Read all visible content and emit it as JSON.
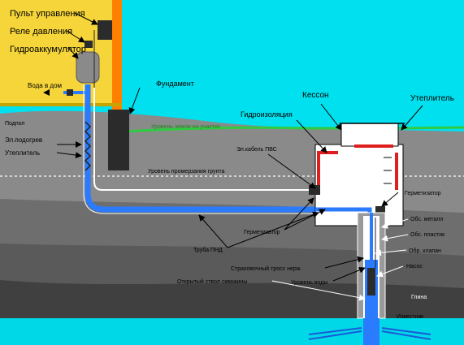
{
  "labels": {
    "control_panel": "Пульт управления",
    "pressure_relay": "Реле давления",
    "accumulator": "Гидроаккумулятор",
    "water_to_house": "Вода в дом",
    "foundation": "Фундамент",
    "caisson": "Кессон",
    "insulation_right": "Утеплитель",
    "waterproofing": "Гидроизоляция",
    "underground": "Подпол",
    "ground_level": "Уровень земли на участке",
    "heating_cable": "Эл.подогрев",
    "insulation_left": "Утеплитель",
    "power_cable": "Эл.кабель ПВС",
    "freezing_level": "Уровень промерзания грунта",
    "sealer_top": "Герметизатор",
    "sealer_bottom": "Герметизатор",
    "casing_metal": "Обс. металл",
    "casing_plastic": "Обс. пластик",
    "check_valve": "Обр. клапан",
    "pipe_pnd": "Труба ПНД",
    "safety_rope": "Страховочный тросс нерж.",
    "pump": "Насос",
    "water_level": "Уровень воды",
    "open_borehole": "Открытый ствол скважины",
    "clay": "Глина",
    "limestone": "Известняк"
  },
  "colors": {
    "sky": "#00e0ee",
    "soil_top": "#8a8a8a",
    "soil_bottom": "#5f5f5f",
    "clay": "#454545",
    "water": "#1e8fff",
    "house_wall": "#f5d53a",
    "house_post": "#ff7f00",
    "foundation": "#2b2b2b",
    "grass": "#2ecc40",
    "insulation": "#e01e1e",
    "pipe": "#2b7bff"
  },
  "icons": [
    "control-box-icon",
    "relay-icon",
    "accumulator-icon",
    "valve-icon",
    "pump-icon",
    "arrow-icon"
  ]
}
